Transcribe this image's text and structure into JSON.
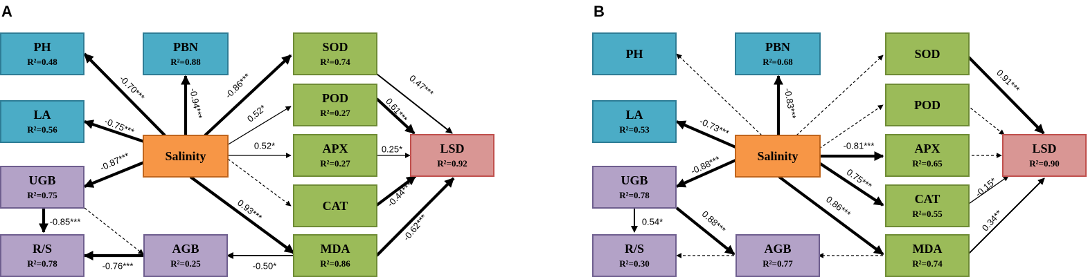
{
  "colors": {
    "blue": "#4BACC6",
    "blue_border": "#2E7C95",
    "green": "#9BBB59",
    "green_border": "#6E8B35",
    "purple": "#B3A2C7",
    "purple_border": "#6E5E8E",
    "orange": "#F79646",
    "orange_border": "#C0651C",
    "red": "#D99694",
    "red_border": "#C0504D"
  },
  "panels": [
    {
      "label": "A",
      "nodes": {
        "PH": {
          "title": "PH",
          "r2": "R²=0.48"
        },
        "PBN": {
          "title": "PBN",
          "r2": "R²=0.88"
        },
        "SOD": {
          "title": "SOD",
          "r2": "R²=0.74"
        },
        "LA": {
          "title": "LA",
          "r2": "R²=0.56"
        },
        "POD": {
          "title": "POD",
          "r2": "R²=0.27"
        },
        "SAL": {
          "title": "Salinity",
          "r2": ""
        },
        "APX": {
          "title": "APX",
          "r2": "R²=0.27"
        },
        "LSD": {
          "title": "LSD",
          "r2": "R²=0.92"
        },
        "UGB": {
          "title": "UGB",
          "r2": "R²=0.75"
        },
        "CAT": {
          "title": "CAT",
          "r2": ""
        },
        "RS": {
          "title": "R/S",
          "r2": "R²=0.78"
        },
        "AGB": {
          "title": "AGB",
          "r2": "R²=0.25"
        },
        "MDA": {
          "title": "MDA",
          "r2": "R²=0.86"
        }
      },
      "edges": [
        {
          "from": "SAL",
          "to": "PH",
          "label": "-0.70***",
          "style": "thick"
        },
        {
          "from": "SAL",
          "to": "PBN",
          "label": "-0.94***",
          "style": "thick"
        },
        {
          "from": "SAL",
          "to": "SOD",
          "label": "-0.86***",
          "style": "thick"
        },
        {
          "from": "SAL",
          "to": "LA",
          "label": "-0.75***",
          "style": "thick"
        },
        {
          "from": "SAL",
          "to": "POD",
          "label": "0.52*",
          "style": "thin"
        },
        {
          "from": "SAL",
          "to": "APX",
          "label": "0.52*",
          "style": "thin"
        },
        {
          "from": "SAL",
          "to": "CAT",
          "label": "",
          "style": "dashed"
        },
        {
          "from": "SAL",
          "to": "UGB",
          "label": "-0.87***",
          "style": "thick"
        },
        {
          "from": "SAL",
          "to": "MDA",
          "label": "0.93***",
          "style": "thick"
        },
        {
          "from": "SOD",
          "to": "LSD",
          "label": "0.47***",
          "style": "medium"
        },
        {
          "from": "POD",
          "to": "LSD",
          "label": "0.61***",
          "style": "thick"
        },
        {
          "from": "APX",
          "to": "LSD",
          "label": "0.25*",
          "style": "thin"
        },
        {
          "from": "CAT",
          "to": "LSD",
          "label": "-0.44***",
          "style": "thick"
        },
        {
          "from": "MDA",
          "to": "LSD",
          "label": "-0.62***",
          "style": "thick"
        },
        {
          "from": "UGB",
          "to": "RS",
          "label": "-0.85***",
          "style": "thick"
        },
        {
          "from": "UGB",
          "to": "AGB",
          "label": "",
          "style": "dashed"
        },
        {
          "from": "AGB",
          "to": "RS",
          "label": "-0.76***",
          "style": "thick"
        },
        {
          "from": "MDA",
          "to": "AGB",
          "label": "-0.50*",
          "style": "medium"
        }
      ]
    },
    {
      "label": "B",
      "nodes": {
        "PH": {
          "title": "PH",
          "r2": ""
        },
        "PBN": {
          "title": "PBN",
          "r2": "R²=0.68"
        },
        "SOD": {
          "title": "SOD",
          "r2": ""
        },
        "LA": {
          "title": "LA",
          "r2": "R²=0.53"
        },
        "POD": {
          "title": "POD",
          "r2": ""
        },
        "SAL": {
          "title": "Salinity",
          "r2": ""
        },
        "APX": {
          "title": "APX",
          "r2": "R²=0.65"
        },
        "LSD": {
          "title": "LSD",
          "r2": "R²=0.90"
        },
        "UGB": {
          "title": "UGB",
          "r2": "R²=0.78"
        },
        "CAT": {
          "title": "CAT",
          "r2": "R²=0.55"
        },
        "RS": {
          "title": "R/S",
          "r2": "R²=0.30"
        },
        "AGB": {
          "title": "AGB",
          "r2": "R²=0.77"
        },
        "MDA": {
          "title": "MDA",
          "r2": "R²=0.74"
        }
      },
      "edges": [
        {
          "from": "SAL",
          "to": "PH",
          "label": "",
          "style": "dashed"
        },
        {
          "from": "SAL",
          "to": "PBN",
          "label": "-0.83***",
          "style": "thick"
        },
        {
          "from": "SAL",
          "to": "SOD",
          "label": "",
          "style": "dashed"
        },
        {
          "from": "SAL",
          "to": "POD",
          "label": "",
          "style": "dashed"
        },
        {
          "from": "SAL",
          "to": "LA",
          "label": "-0.73***",
          "style": "thick"
        },
        {
          "from": "SAL",
          "to": "APX",
          "label": "-0.81***",
          "style": "thick"
        },
        {
          "from": "SAL",
          "to": "CAT",
          "label": "0.75***",
          "style": "thick"
        },
        {
          "from": "SAL",
          "to": "UGB",
          "label": "-0.88***",
          "style": "thick"
        },
        {
          "from": "SAL",
          "to": "MDA",
          "label": "0.86***",
          "style": "thick"
        },
        {
          "from": "SOD",
          "to": "LSD",
          "label": "0.91***",
          "style": "thick"
        },
        {
          "from": "POD",
          "to": "LSD",
          "label": "",
          "style": "dashed"
        },
        {
          "from": "APX",
          "to": "LSD",
          "label": "",
          "style": "dashed"
        },
        {
          "from": "CAT",
          "to": "LSD",
          "label": "-0.15*",
          "style": "thin"
        },
        {
          "from": "MDA",
          "to": "LSD",
          "label": "0.34**",
          "style": "medium"
        },
        {
          "from": "UGB",
          "to": "RS",
          "label": "0.54*",
          "style": "medium"
        },
        {
          "from": "UGB",
          "to": "AGB",
          "label": "0.88***",
          "style": "thick"
        },
        {
          "from": "AGB",
          "to": "RS",
          "label": "",
          "style": "dashed"
        },
        {
          "from": "MDA",
          "to": "AGB",
          "label": "",
          "style": "dashed"
        }
      ]
    }
  ]
}
